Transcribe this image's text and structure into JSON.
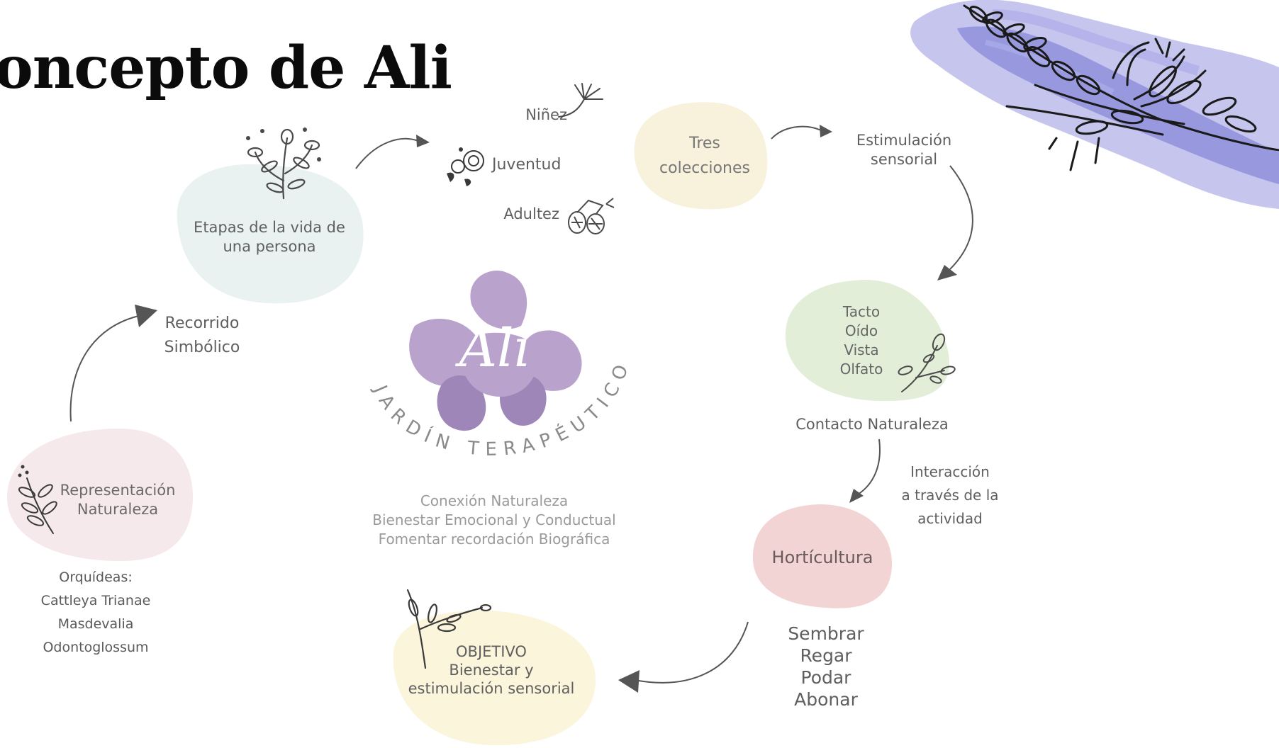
{
  "title": "oncepto de Ali",
  "logo": {
    "name": "Ali",
    "tagline": "JARDÍN TERAPÉUTICO",
    "petal_color": "#b9a2cc",
    "petal_dark": "#9f86b9"
  },
  "center_text": [
    "Conexión Naturaleza",
    "Bienestar Emocional y Conductual",
    "Fomentar recordación Biográfica"
  ],
  "nodes": {
    "etapas": {
      "lines": [
        "Etapas de la vida de",
        "una persona"
      ],
      "color": "#e9f1f1"
    },
    "tres": {
      "lines": [
        "Tres",
        "colecciones"
      ],
      "color": "#f8f1dc"
    },
    "sentidos": {
      "lines": [
        "Tacto",
        "Oído",
        "Vista",
        "Olfato"
      ],
      "color": "#e3eed9"
    },
    "horticultura": {
      "lines": [
        "Hortícultura"
      ],
      "color": "#f2d4d4"
    },
    "objetivo": {
      "lines": [
        "OBJETIVO",
        "Bienestar y",
        "estimulación sensorial"
      ],
      "color": "#fbf5dc"
    },
    "representacion": {
      "lines": [
        "Representación",
        "Naturaleza"
      ],
      "color": "#f6e9ec"
    }
  },
  "stages": [
    "Niñez",
    "Juventud",
    "Adultez"
  ],
  "labels": {
    "recorrido": [
      "Recorrido",
      "Simbólico"
    ],
    "estimulacion": [
      "Estimulación",
      "sensorial"
    ],
    "contacto": "Contacto Naturaleza",
    "interaccion": [
      "Interacción",
      "a través de la",
      "actividad"
    ],
    "acciones": [
      "Sembrar",
      "Regar",
      "Podar",
      "Abonar"
    ],
    "orquideas": [
      "Orquídeas:",
      "Cattleya Trianae",
      "Masdevalia",
      "Odontoglossum"
    ]
  },
  "colors": {
    "arrow": "#555555",
    "icon": "#444444",
    "watercolor": "#7e7fd8"
  },
  "icons": [
    "dandelion-icon",
    "roses-icon",
    "pinecones-icon",
    "flower-bouquet-icon",
    "leaf-sprig-icon",
    "branch-icon",
    "lavender-branch-icon"
  ]
}
